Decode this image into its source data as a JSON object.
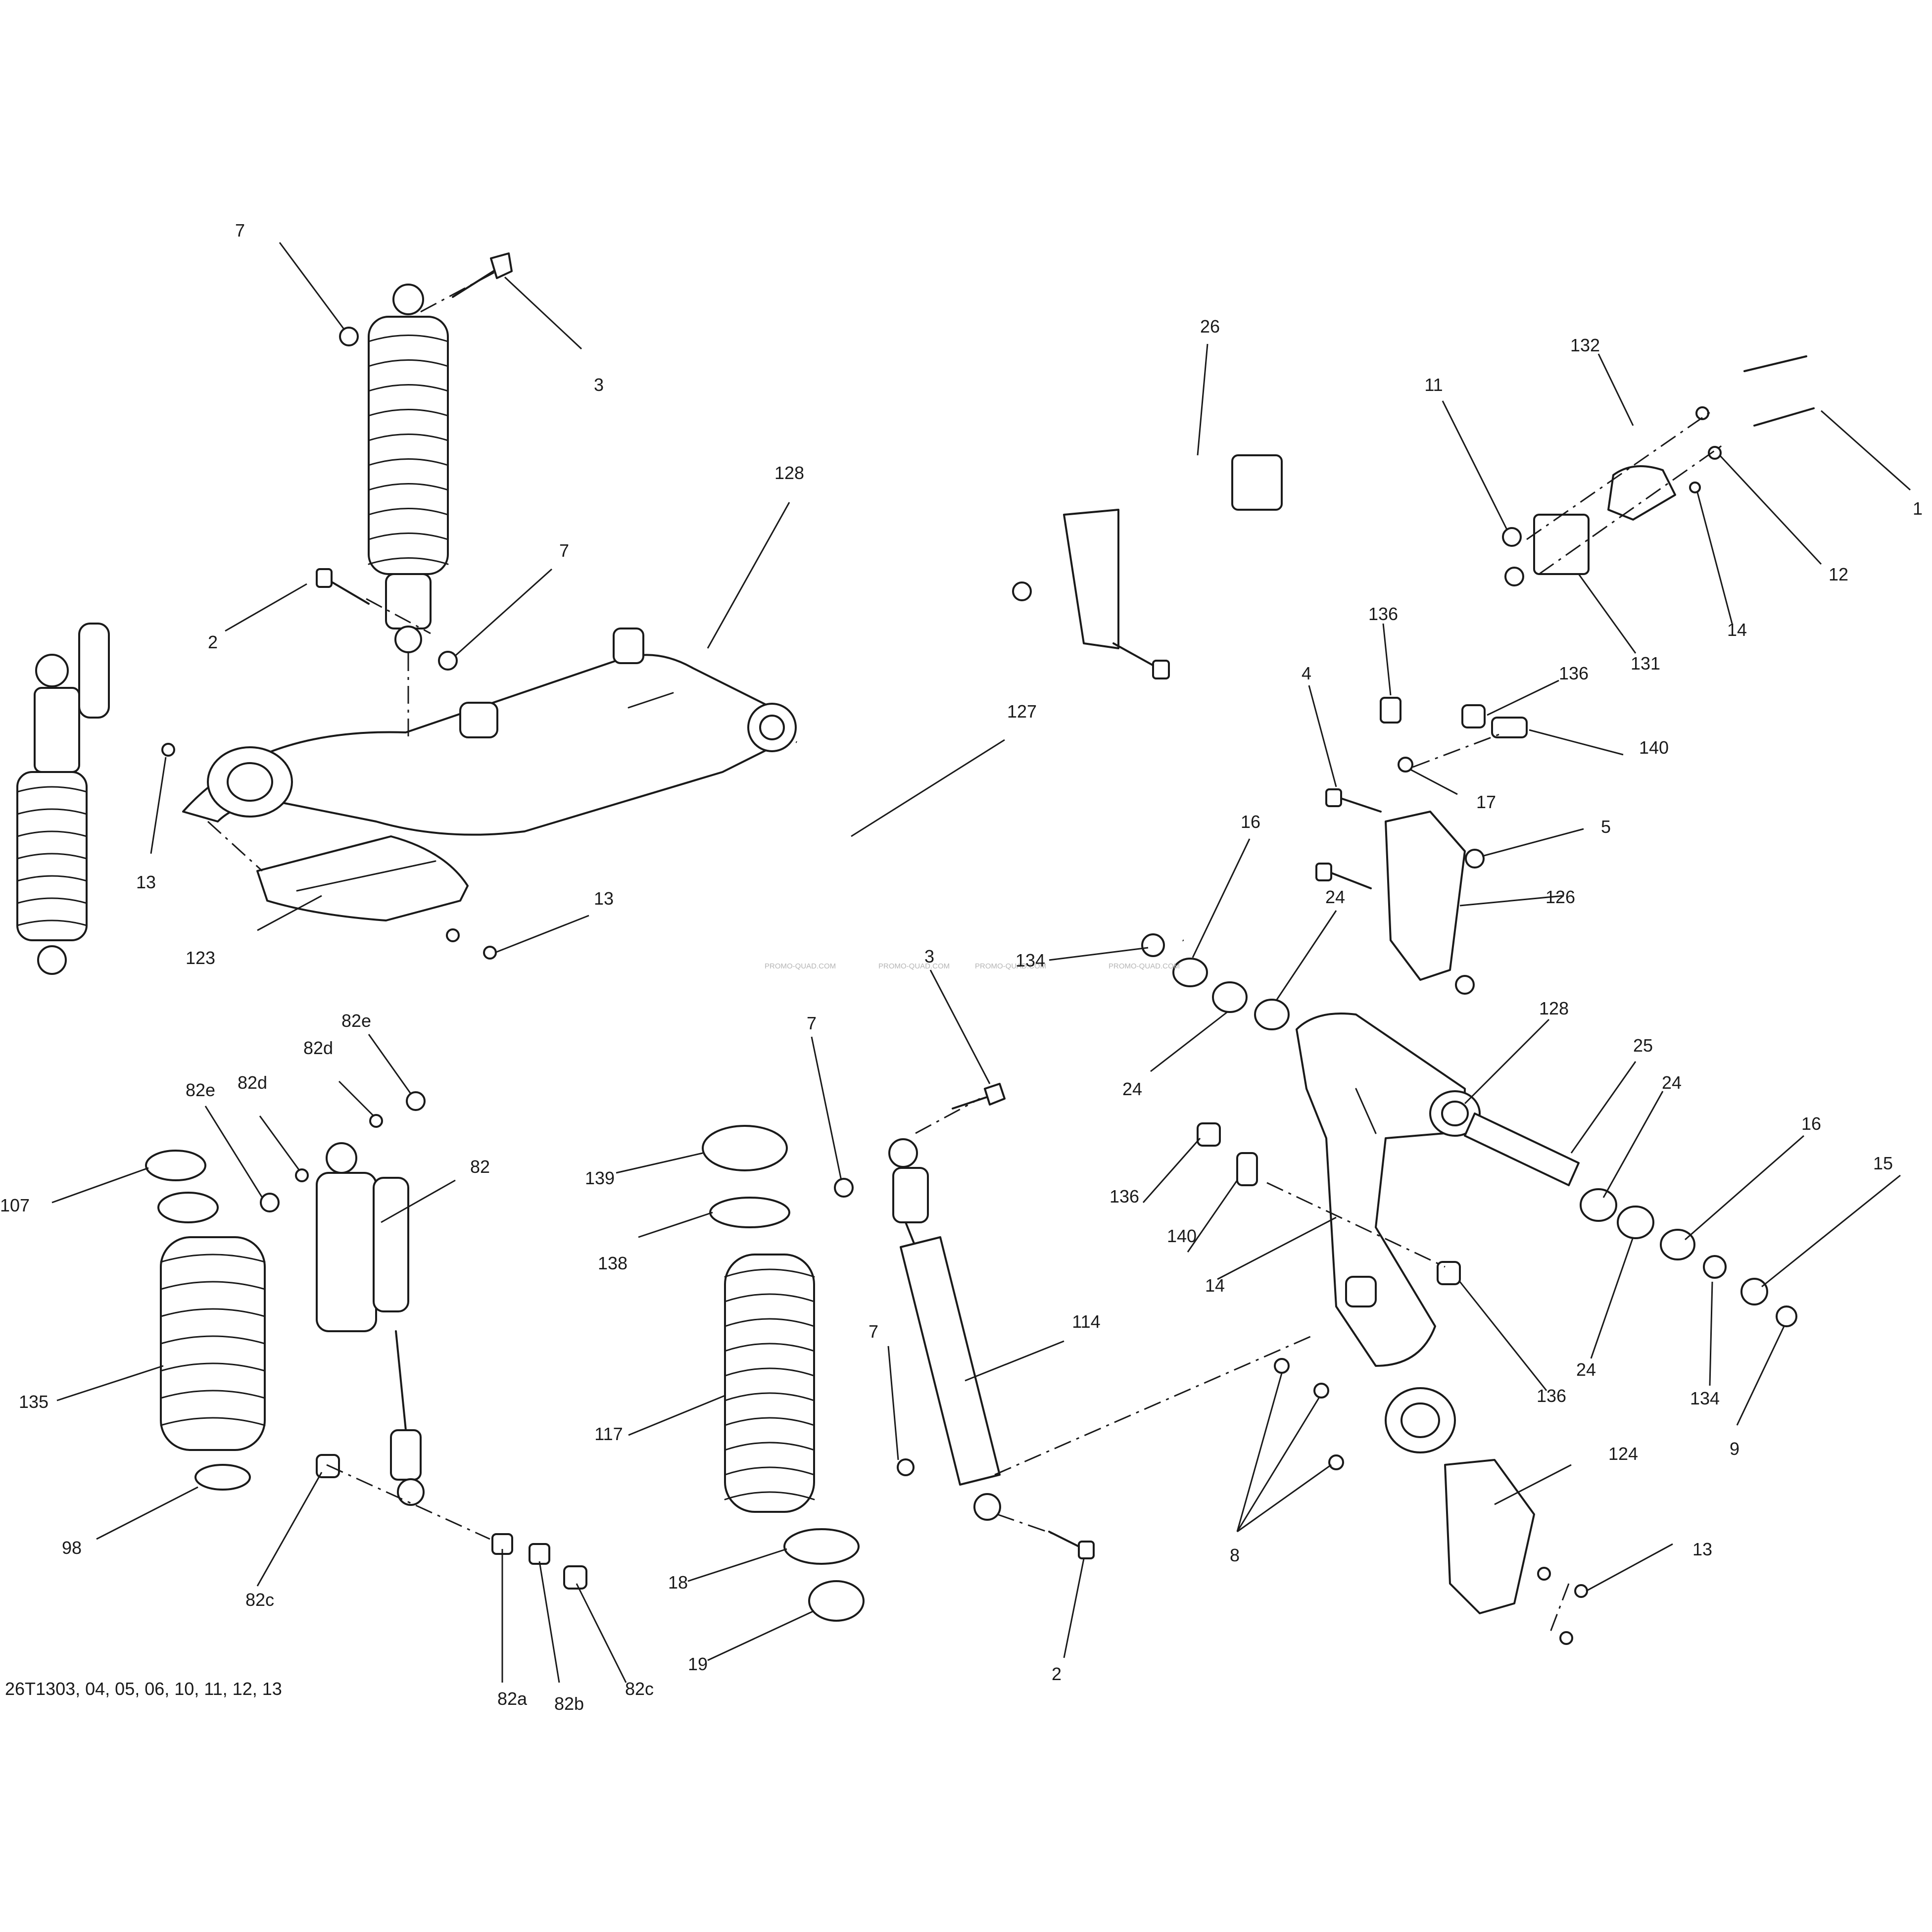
{
  "callouts": {
    "c7a": "7",
    "c3a": "3",
    "c2a": "2",
    "c7b": "7",
    "c128a": "128",
    "c127": "127",
    "c13a": "13",
    "c123": "123",
    "c13b": "13",
    "c26": "26",
    "c132": "132",
    "c11": "11",
    "c1": "1",
    "c12": "12",
    "c14a": "14",
    "c131": "131",
    "c136a": "136",
    "c136b": "136",
    "c4": "4",
    "c140a": "140",
    "c17": "17",
    "c5": "5",
    "c126": "126",
    "c16a": "16",
    "c24a": "24",
    "c134a": "134",
    "c24b": "24",
    "c3b": "3",
    "c7c": "7",
    "c82e1": "82e",
    "c82d1": "82d",
    "c82d2": "82d",
    "c82e2": "82e",
    "c82": "82",
    "c107": "107",
    "c139": "139",
    "c138": "138",
    "c135": "135",
    "c117": "117",
    "c114": "114",
    "c7d": "7",
    "c98": "98",
    "c82c1": "82c",
    "c18": "18",
    "c19": "19",
    "c82a": "82a",
    "c82b": "82b",
    "c82c2": "82c",
    "c2b": "2",
    "c128b": "128",
    "c25": "25",
    "c24c": "24",
    "c16b": "16",
    "c15": "15",
    "c136c": "136",
    "c140b": "140",
    "c14b": "14",
    "c24d": "24",
    "c134b": "134",
    "c136d": "136",
    "c9": "9",
    "c8": "8",
    "c124": "124",
    "c13c": "13"
  },
  "footer_code": "26T1303, 04, 05, 06, 10, 11, 12, 13",
  "watermark": "PROMO-QUAD.COM"
}
